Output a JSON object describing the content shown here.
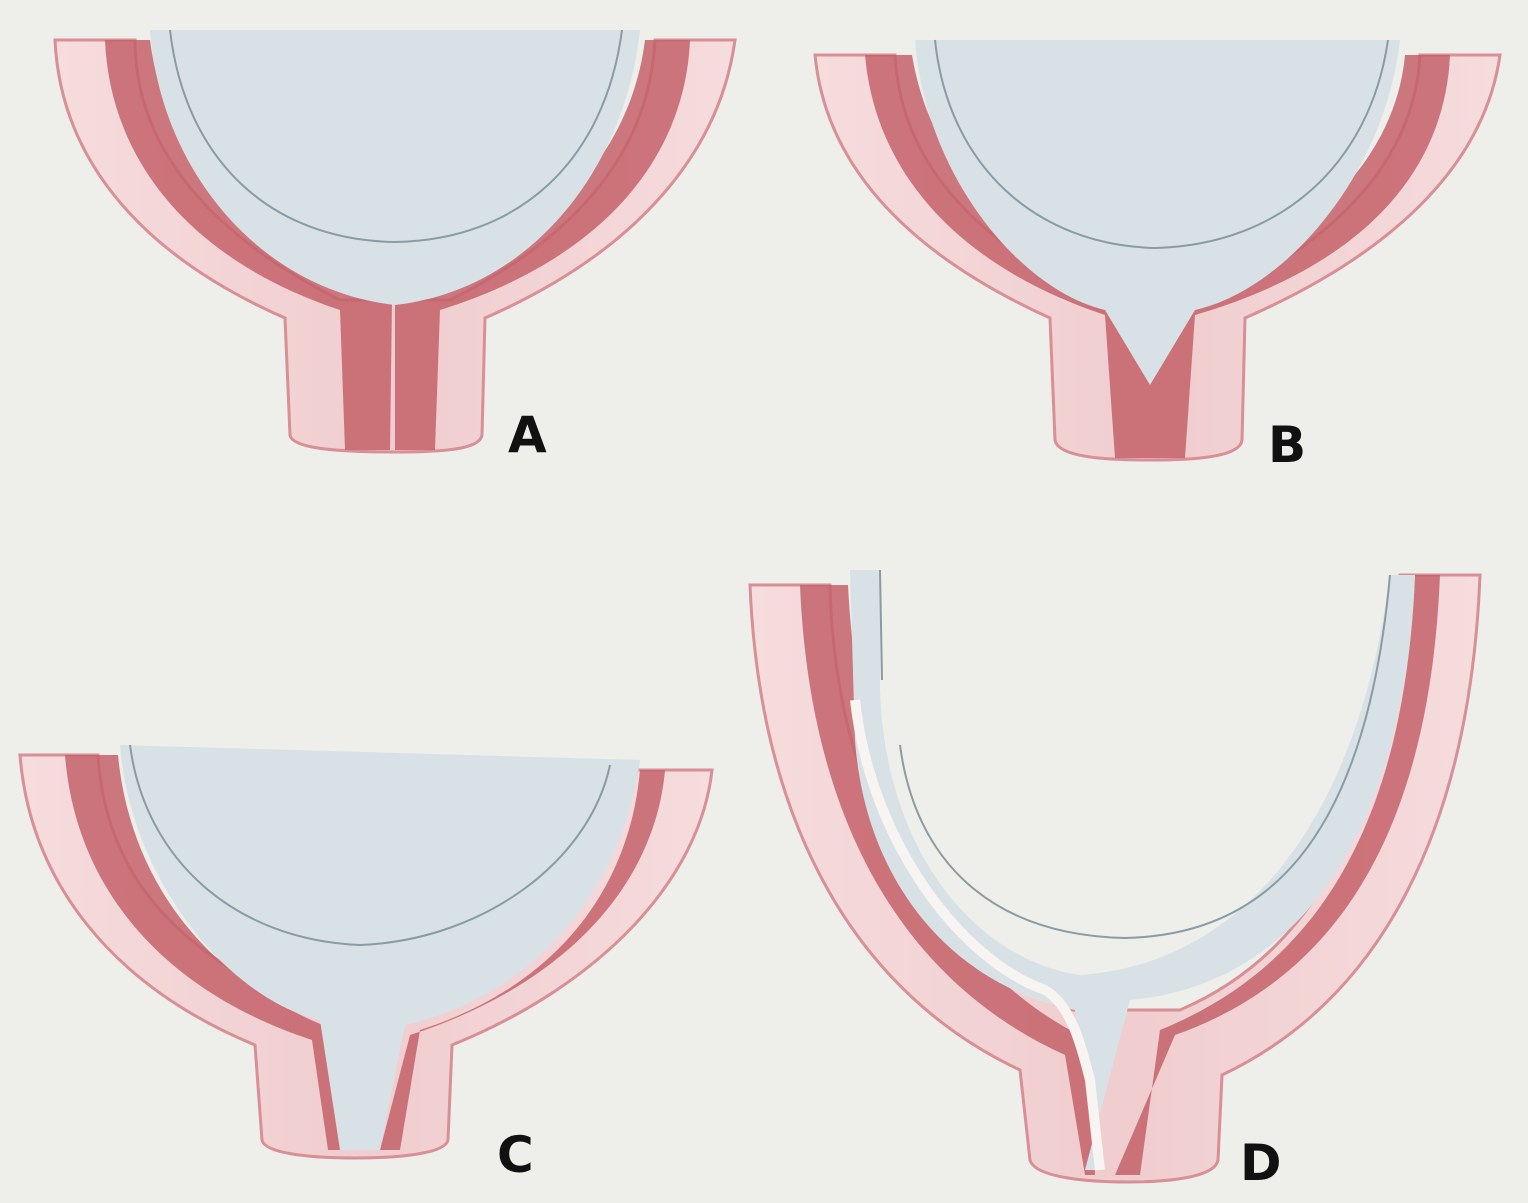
{
  "panels": [
    {
      "id": "A",
      "label": "A"
    },
    {
      "id": "B",
      "label": "B"
    },
    {
      "id": "C",
      "label": "C"
    },
    {
      "id": "D",
      "label": "D"
    }
  ],
  "colors": {
    "background": "#eeeeea",
    "outer_layer": "#f0cdcf",
    "outer_layer_edge": "#d88f96",
    "muscle_layer": "#c4626a",
    "inner_layer": "#f4dfe0",
    "lumen": "#d8e2e6",
    "lumen_line": "#8a9ba3",
    "label": "#111111"
  }
}
